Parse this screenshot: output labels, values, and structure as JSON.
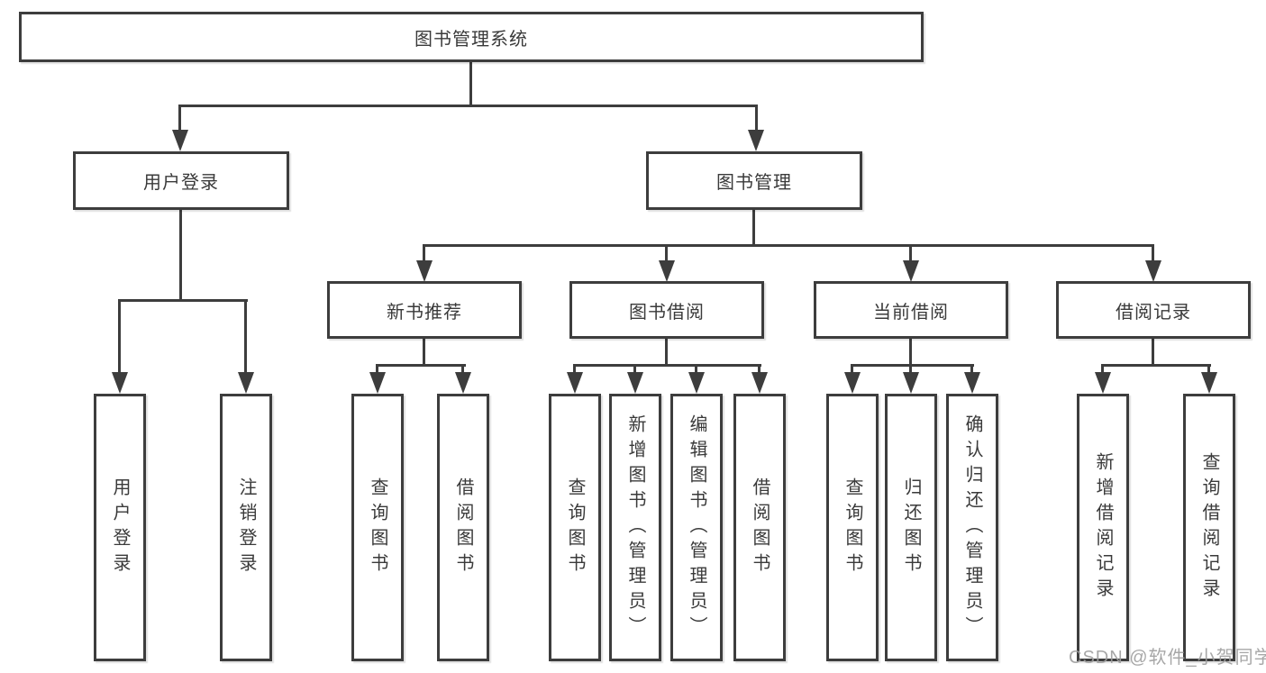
{
  "diagram_type": "hierarchy-tree",
  "tree": {
    "label": "图书管理系统",
    "children": [
      {
        "label": "用户登录",
        "children": [
          {
            "label": "用户登录"
          },
          {
            "label": "注销登录"
          }
        ]
      },
      {
        "label": "图书管理",
        "children": [
          {
            "label": "新书推荐",
            "children": [
              {
                "label": "查询图书"
              },
              {
                "label": "借阅图书"
              }
            ]
          },
          {
            "label": "图书借阅",
            "children": [
              {
                "label": "查询图书"
              },
              {
                "label": "新增图书（管理员）"
              },
              {
                "label": "编辑图书（管理员）"
              },
              {
                "label": "借阅图书"
              }
            ]
          },
          {
            "label": "当前借阅",
            "children": [
              {
                "label": "查询图书"
              },
              {
                "label": "归还图书"
              },
              {
                "label": "确认归还（管理员）"
              }
            ]
          },
          {
            "label": "借阅记录",
            "children": [
              {
                "label": "新增借阅记录"
              },
              {
                "label": "查询借阅记录"
              }
            ]
          }
        ]
      }
    ]
  },
  "watermark": "CSDN @软件_小贺同学",
  "colors": {
    "line": "#3d3d3d",
    "text": "#3a3a3a",
    "box_bg": "#ffffff",
    "wm": "#9e9e9e"
  }
}
